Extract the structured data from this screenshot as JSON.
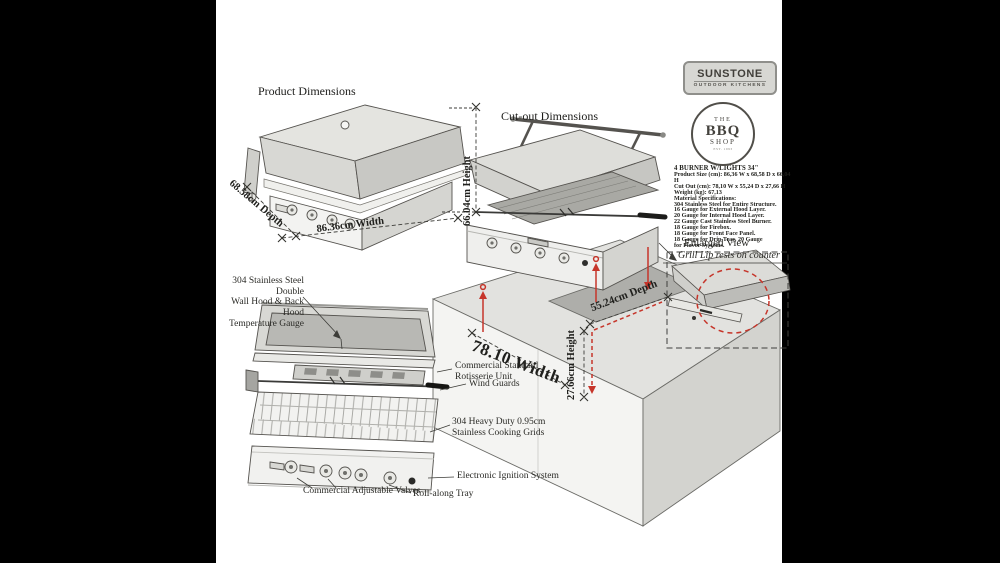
{
  "colors": {
    "background": "#000000",
    "canvas": "#ffffff",
    "line": "#44423e",
    "accent_red": "#c6352a",
    "steel_light": "#e4e4e0",
    "steel_mid": "#d2d2ce",
    "steel_dark": "#b8b8b4",
    "counter_top": "#e2e2df",
    "counter_side": "#d3d3cf"
  },
  "logos": {
    "sunstone": {
      "line1": "SUNSTONE",
      "line2": "OUTDOOR KITCHENS"
    },
    "bbq_shop": {
      "line1": "THE",
      "line2": "BBQ",
      "line3": "SHOP",
      "tagline": "EST. 1993"
    }
  },
  "titles": {
    "product": "Product Dimensions",
    "cutout": "Cut-out Dimensions"
  },
  "dimensions": {
    "product": {
      "width": "86.36cm Width",
      "depth": "68.58cm Depth",
      "height": "66.04cm Height"
    },
    "cutout": {
      "width": "78.10 Width",
      "depth": "55.24cm Depth",
      "height": "27.66cm Height"
    }
  },
  "specs": {
    "heading": "4 BURNER W/LIGHTS 34\"",
    "lines": [
      "Product Size (cm): 86,36 W x 68,58 D x 66,04 H",
      "Cut Out (cm): 78,10 W x 55,24 D x 27,66 H",
      "Weight (kg): 67,13",
      "Material Specifications:",
      "304 Stainless Steel for Entire Structure.",
      "16 Gauge for External Hood Layer.",
      "20 Gauge for Internal Hood Layer.",
      "22 Gauge Cast Stainless Steel Burner.",
      "18 Gauge for Firebox.",
      "18 Gauge for Front Face Panel.",
      "18 Gauge for Drip Tray, 20 Gauge",
      "for Flavor Systems."
    ]
  },
  "enlarged_view": {
    "title": "Enlarged View",
    "note": "Grill Lip rests on counter"
  },
  "callouts": {
    "hood": "304 Stainless Steel Double\nWall Hood & Back Hood\nTemperature Gauge",
    "rotisserie": "Commercial Standard\nRotisserie Unit",
    "wind_guards": "Wind Guards",
    "grids": "304 Heavy Duty  0.95cm\nStainless Cooking Grids",
    "ignition": "Electronic Ignition System",
    "valves": "Commercial Adjustable Valves",
    "tray": "Roll-along Tray"
  }
}
